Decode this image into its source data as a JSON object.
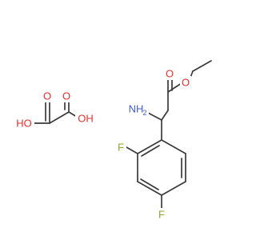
{
  "molecule": {
    "atoms": {
      "ester_o_single": "O",
      "ester_o_double": "O",
      "amine": "NH",
      "amine_subscript": "2",
      "fluoro_ortho": "F",
      "fluoro_para": "F",
      "oxalic_o_top_left": "O",
      "oxalic_o_top_right": "O",
      "oxalic_oh_left": "HO",
      "oxalic_oh_right": "OH"
    },
    "colors": {
      "bond": "#3a3a3a",
      "oxygen": "#e8302a",
      "nitrogen": "#3b5bdb",
      "fluorine": "#8aa82c"
    }
  }
}
